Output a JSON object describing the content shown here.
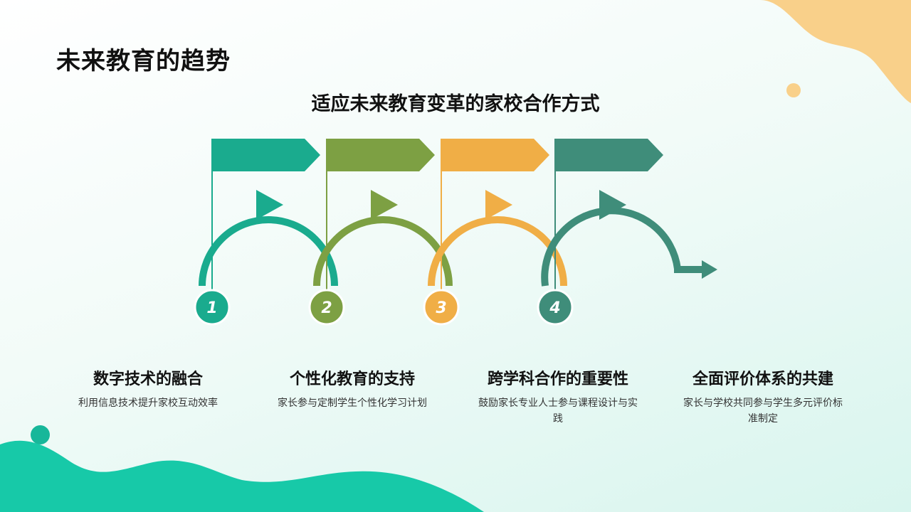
{
  "page_title": "未来教育的趋势",
  "subtitle": "适应未来教育变革的家校合作方式",
  "colors": {
    "step1": "#1aab8e",
    "step2": "#7da043",
    "step3": "#f0ae46",
    "step4": "#3f8d7a",
    "accent_orange": "#f9d08a",
    "accent_teal": "#17c9a8"
  },
  "steps": [
    {
      "number": "1",
      "title": "数字技术的融合",
      "description": "利用信息技术提升家校互动效率"
    },
    {
      "number": "2",
      "title": "个性化教育的支持",
      "description": "家长参与定制学生个性化学习计划"
    },
    {
      "number": "3",
      "title": "跨学科合作的重要性",
      "description": "鼓励家长专业人士参与课程设计与实践"
    },
    {
      "number": "4",
      "title": "全面评价体系的共建",
      "description": "家长与学校共同参与学生多元评价标准制定"
    }
  ]
}
